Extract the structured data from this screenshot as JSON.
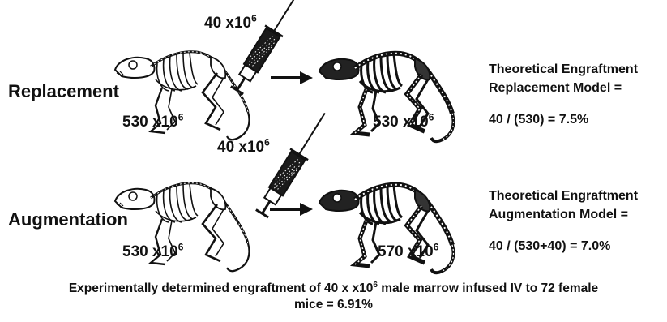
{
  "rows": [
    {
      "label": "Replacement",
      "dose_base": "40 x10",
      "dose_exp": "6",
      "before_base": "530 x10",
      "before_exp": "6",
      "after_base": "530 x10",
      "after_exp": "6",
      "model_line1": "Theoretical Engraftment",
      "model_line2": "Replacement Model =",
      "formula": "40 / (530) = 7.5%"
    },
    {
      "label": "Augmentation",
      "dose_base": "40 x10",
      "dose_exp": "6",
      "before_base": "530 x10",
      "before_exp": "6",
      "after_base": "570 x10",
      "after_exp": "6",
      "model_line1": "Theoretical Engraftment",
      "model_line2": "Augmentation Model =",
      "formula": "40 / (530+40) = 7.0%"
    }
  ],
  "footer": {
    "part1": "Experimentally determined engraftment of 40 x x10",
    "exp": "6",
    "part2": " male marrow infused IV to 72 female",
    "line2": "mice = 6.91%"
  },
  "icons": [
    "mouse-skeleton-icon",
    "syringe-icon",
    "arrow-right-icon",
    "engrafted-mouse-skeleton-icon"
  ],
  "colors": {
    "ink": "#111111",
    "background": "#ffffff"
  }
}
